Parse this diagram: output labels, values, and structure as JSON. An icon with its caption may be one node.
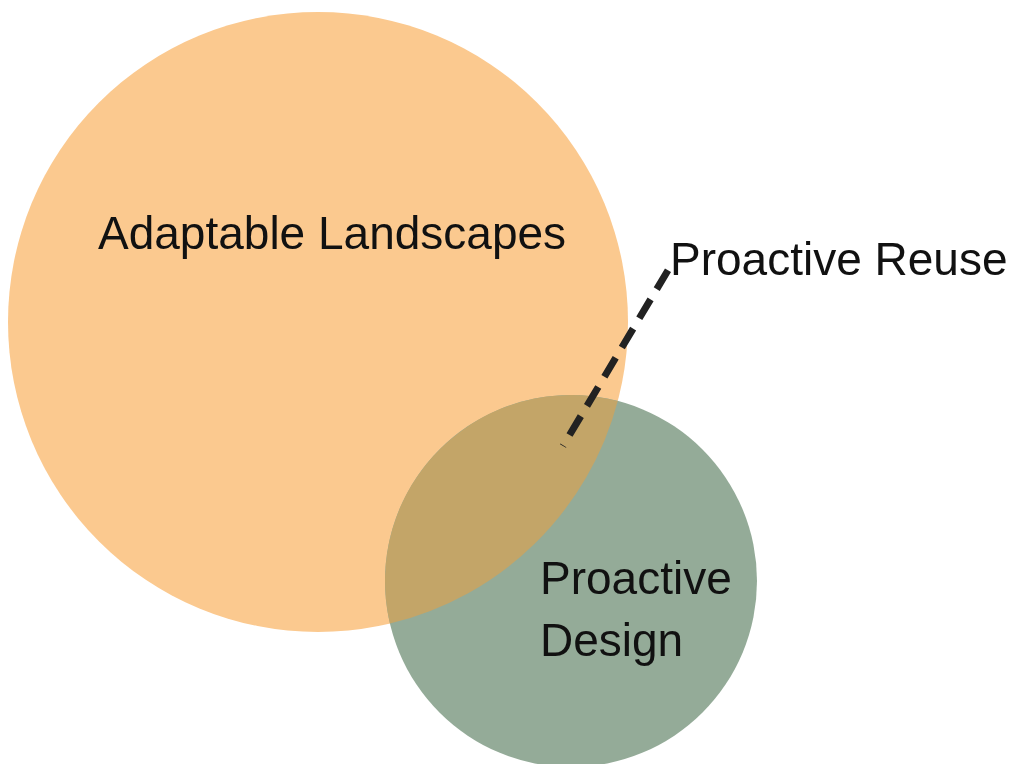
{
  "diagram": {
    "nodes": [
      {
        "text": [
          "Adaptable Landscapes"
        ]
      },
      {
        "text": [
          "Proactive Reuse"
        ]
      },
      {
        "text": [
          "Proactive Design"
        ]
      },
      {
        "text": [],
        "shape": "lens"
      }
    ],
    "edges": [
      {
        "from": 1,
        "to": 3,
        "arrow": "none",
        "style": "dashed"
      }
    ]
  }
}
